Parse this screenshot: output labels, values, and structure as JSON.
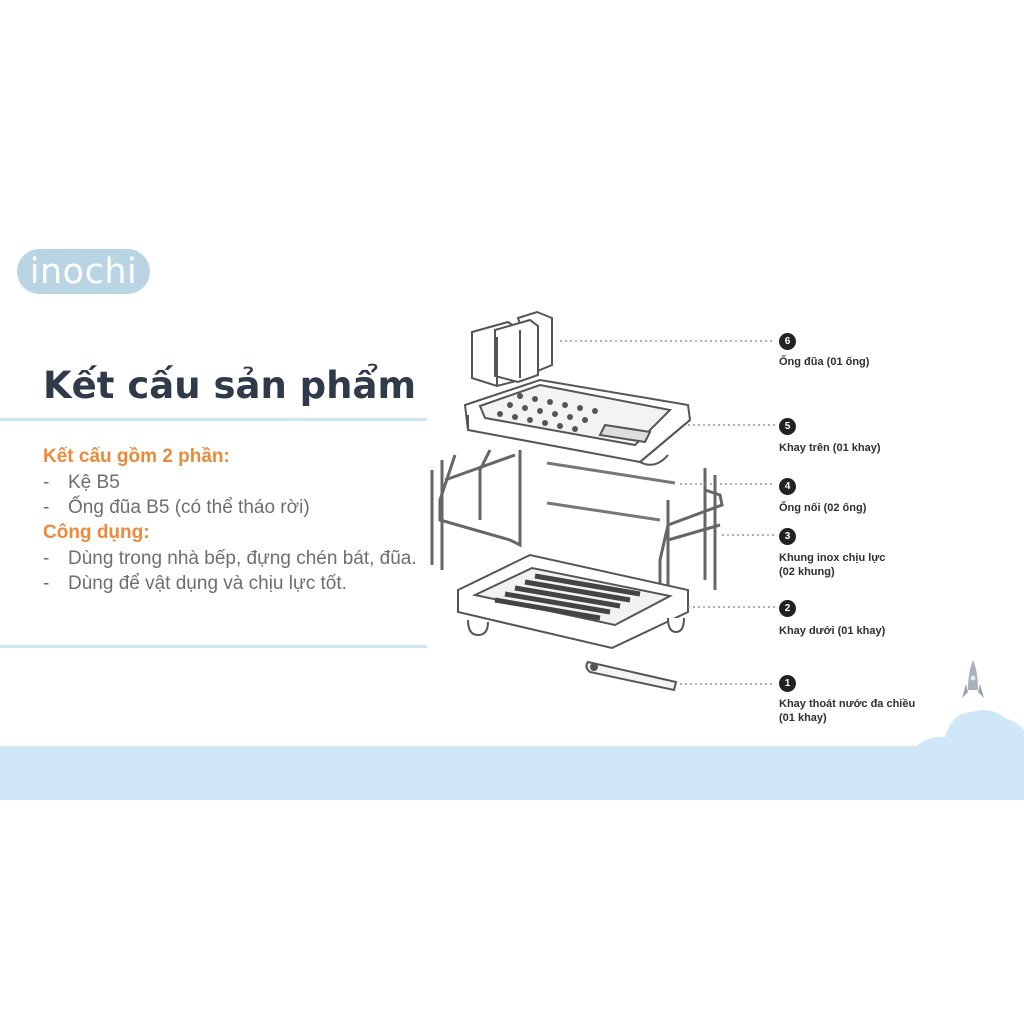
{
  "logo": "inochi",
  "title": "Kết cấu sản phẩm",
  "structure": {
    "heading": "Kết cấu gồm 2 phần:",
    "items": [
      "Kệ B5",
      "Ống đũa B5 (có thể tháo rời)"
    ]
  },
  "usage": {
    "heading": "Công dụng:",
    "items": [
      "Dùng trong nhà bếp, đựng chén bát, đũa.",
      "Dùng để vật dụng và chịu lực tốt."
    ]
  },
  "dash": "-",
  "parts": [
    {
      "number": "6",
      "label": "Ống đũa (01 ống)"
    },
    {
      "number": "5",
      "label": "Khay trên (01 khay)"
    },
    {
      "number": "4",
      "label": "Ống nối (02 ống)"
    },
    {
      "number": "3",
      "label": "Khung inox chịu lực (02 khung)"
    },
    {
      "number": "2",
      "label": "Khay dưới (01 khay)"
    },
    {
      "number": "1",
      "label": "Khay thoát nước đa chiều (01 khay)"
    }
  ],
  "colors": {
    "accent": "#ea8a3d",
    "title": "#2f3b4a",
    "band": "#cfe7f7",
    "logo_bg": "#b9d4e2"
  }
}
